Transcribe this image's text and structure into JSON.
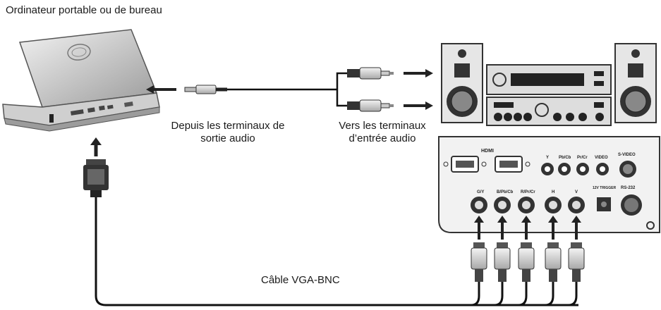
{
  "labels": {
    "computer": "Ordinateur portable ou de bureau",
    "from_audio_line1": "Depuis les terminaux de",
    "from_audio_line2": "sortie audio",
    "to_audio_line1": "Vers les terminaux",
    "to_audio_line2": "d’entrée audio",
    "vga_bnc_cable": "Câble VGA-BNC"
  },
  "projector_panel": {
    "hdmi": "HDMI",
    "y": "Y",
    "pb_cb": "Pb/Cb",
    "pr_cr": "Pr/Cr",
    "video": "VIDEO",
    "s_video": "S-VIDEO",
    "gy": "G/Y",
    "b_pb_cb": "B/Pb/Cb",
    "r_pr_cr": "R/Pr/Cr",
    "h": "H",
    "v": "V",
    "trigger": "12V TRIGGER",
    "rs232": "RS-232"
  }
}
